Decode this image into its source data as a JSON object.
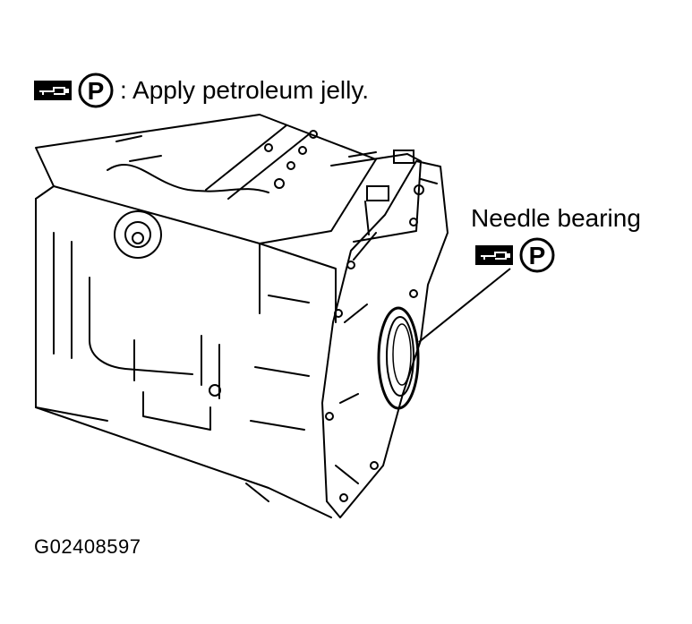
{
  "legend": {
    "text": ": Apply petroleum jelly.",
    "icons": [
      "grease-gun-icon",
      "petroleum-jelly-p-icon"
    ],
    "p_letter": "P"
  },
  "callout": {
    "label": "Needle bearing",
    "icons": [
      "grease-gun-icon",
      "petroleum-jelly-p-icon"
    ],
    "p_letter": "P"
  },
  "figure_id": "G02408597",
  "colors": {
    "ink": "#000000",
    "background": "#ffffff"
  }
}
